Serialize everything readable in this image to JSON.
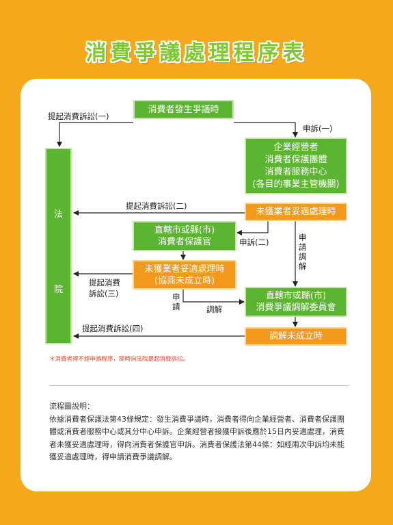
{
  "title": "消費爭議處理程序表",
  "boxes": {
    "consumer_dispute": "消費者發生爭議時",
    "business_lines": [
      "企業經營者",
      "消費者保護團體",
      "消費者服務中心",
      "(各目的事業主管機關)"
    ],
    "not_resolved_1": "未獲業者妥適處理時",
    "consumer_officer_lines": [
      "直轄市或縣(市)",
      "消費者保護官"
    ],
    "not_resolved_2_lines": [
      "未獲業者妥適處理時",
      "(協商未成立時)"
    ],
    "mediation_committee_lines": [
      "直轄市或縣(市)",
      "消費爭議調解委員會"
    ],
    "mediation_failed": "調解未成立時",
    "court_chars": [
      "法",
      "院"
    ]
  },
  "labels": {
    "lawsuit_1": "提起消費訴訟(一)",
    "complaint_1": "申訴(一)",
    "lawsuit_2": "提起消費訴訟(二)",
    "complaint_2": "申訴(二)",
    "apply_mediation": "申請調解",
    "lawsuit_3_lines": [
      "提起消費",
      "訴訟(三)"
    ],
    "apply": "申請",
    "mediation": "調解",
    "lawsuit_4": "提起消費訴訟(四)"
  },
  "note": "＊消費者得不經申訴程序，隨時向法院提起消費訴訟。",
  "explanation": {
    "heading": "流程圖說明：",
    "body": "依據消費者保護法第43條規定：發生消費爭議時，消費者得向企業經營者、消費者保護團體或消費者服務中心或其分中心申訴。企業經營者接獲申訴後應於15日內妥適處理，消費者未獲妥適處理時，得向消費者保護官申訴。消費者保護法第44條：如經兩次申訴均未能獲妥適處理時，得申請消費爭議調解。"
  },
  "colors": {
    "background": "#f5a81c",
    "green": "#5cb531",
    "orange": "#f39a1c",
    "note": "#e8452c"
  }
}
